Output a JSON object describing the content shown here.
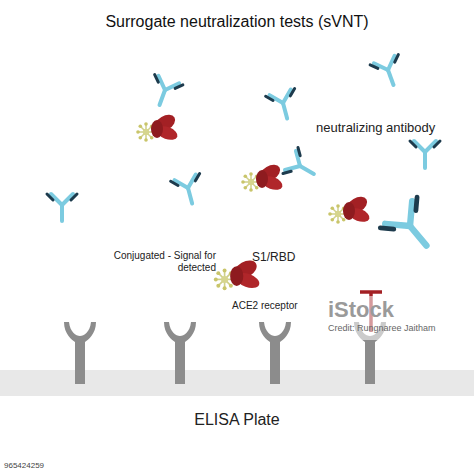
{
  "diagram": {
    "title": "Surrogate neutralization tests (sVNT)",
    "labels": [
      "neutralizing antibody",
      "Conjugated - Signal for detected",
      "S1/RBD",
      "ACE2 receptor",
      "ELISA Plate",
      "iStock",
      "Credit: Rungnaree Jaitham",
      "965424259"
    ]
  }
}
